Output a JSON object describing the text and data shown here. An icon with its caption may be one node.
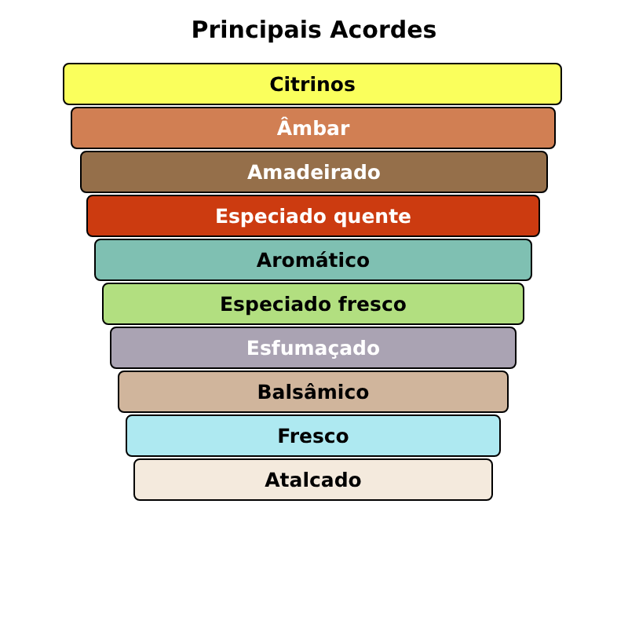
{
  "diagram": {
    "title": "Principais Acordes",
    "nodes": [
      {
        "text": [
          "Citrinos"
        ]
      },
      {
        "text": [
          "Âmbar"
        ]
      },
      {
        "text": [
          "Amadeirado"
        ]
      },
      {
        "text": [
          "Especiado quente"
        ]
      },
      {
        "text": [
          "Aromático"
        ]
      },
      {
        "text": [
          "Especiado fresco"
        ]
      },
      {
        "text": [
          "Esfumaçado"
        ]
      },
      {
        "text": [
          "Balsâmico"
        ]
      },
      {
        "text": [
          "Fresco"
        ]
      },
      {
        "text": [
          "Atalcado"
        ]
      }
    ]
  }
}
